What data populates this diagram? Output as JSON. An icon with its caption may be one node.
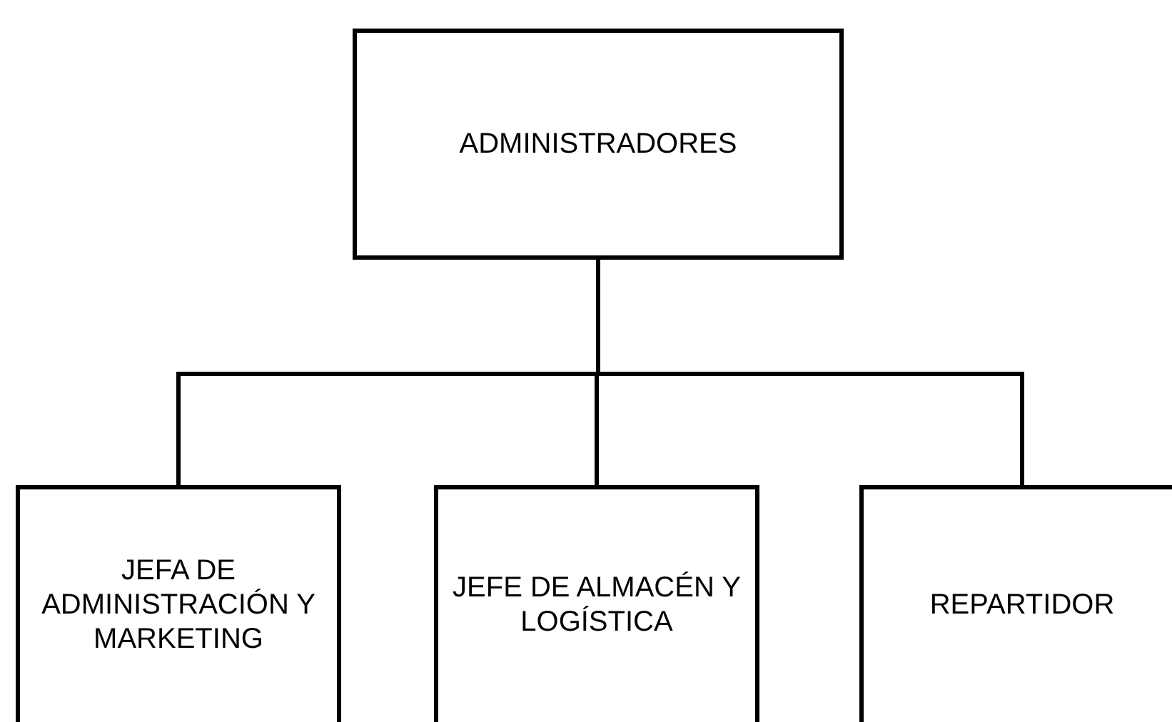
{
  "diagram": {
    "nodes": [
      {
        "text": [
          "ADMINISTRADORES"
        ]
      },
      {
        "text": [
          "JEFA DE ADMINISTRACIÓN Y MARKETING"
        ]
      },
      {
        "text": [
          "JEFE DE ALMACÉN Y LOGÍSTICA"
        ]
      },
      {
        "text": [
          "REPARTIDOR"
        ]
      }
    ],
    "edges": [
      {
        "from": 0,
        "to": 1,
        "arrow": "none"
      },
      {
        "from": 0,
        "to": 2,
        "arrow": "none"
      },
      {
        "from": 0,
        "to": 3,
        "arrow": "none"
      }
    ]
  }
}
